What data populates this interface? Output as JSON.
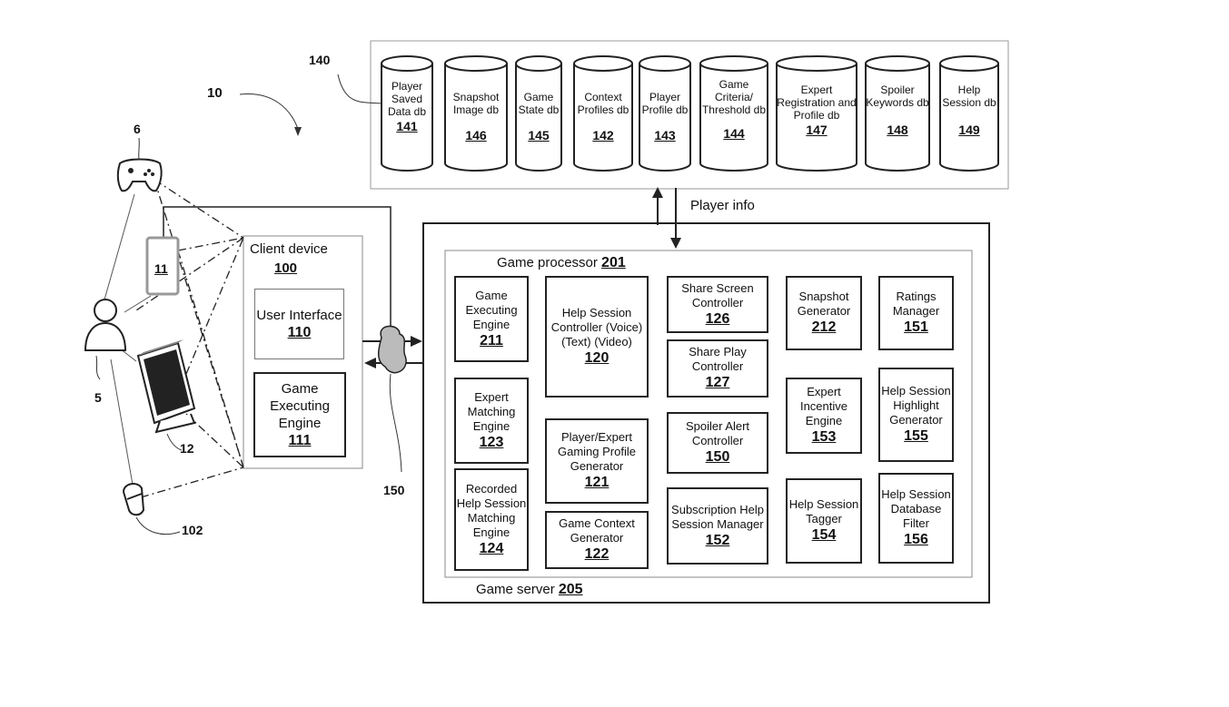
{
  "refs": {
    "system": "10",
    "db_group": "140",
    "controller": "6",
    "tablet": "11",
    "user": "5",
    "display": "12",
    "headset": "102",
    "network": "150"
  },
  "databases": [
    {
      "name": "Player Saved Data db",
      "ref": "141"
    },
    {
      "name": "Snapshot Image db",
      "ref": "146"
    },
    {
      "name": "Game State db",
      "ref": "145"
    },
    {
      "name": "Context Profiles db",
      "ref": "142"
    },
    {
      "name": "Player Profile db",
      "ref": "143"
    },
    {
      "name": "Game Criteria/ Threshold db",
      "ref": "144"
    },
    {
      "name": "Expert Registration and Profile db",
      "ref": "147"
    },
    {
      "name": "Spoiler Keywords db",
      "ref": "148"
    },
    {
      "name": "Help Session db",
      "ref": "149"
    }
  ],
  "player_info_label": "Player info",
  "client": {
    "title": "Client device",
    "ref": "100",
    "ui": {
      "name": "User Interface",
      "ref": "110"
    },
    "engine": {
      "name": "Game Executing Engine",
      "ref": "111"
    }
  },
  "server": {
    "title": "Game server",
    "ref": "205",
    "processor_title": "Game processor",
    "processor_ref": "201",
    "modules": {
      "m211": {
        "name": "Game Executing Engine",
        "ref": "211"
      },
      "m123": {
        "name": "Expert Matching Engine",
        "ref": "123"
      },
      "m124": {
        "name": "Recorded Help Session Matching Engine",
        "ref": "124"
      },
      "m120": {
        "name": "Help Session Controller (Voice) (Text) (Video)",
        "ref": "120"
      },
      "m121": {
        "name": "Player/Expert Gaming Profile Generator",
        "ref": "121"
      },
      "m122": {
        "name": "Game Context Generator",
        "ref": "122"
      },
      "m126": {
        "name": "Share Screen Controller",
        "ref": "126"
      },
      "m127": {
        "name": "Share Play Controller",
        "ref": "127"
      },
      "m150": {
        "name": "Spoiler Alert Controller",
        "ref": "150"
      },
      "m152": {
        "name": "Subscription Help Session Manager",
        "ref": "152"
      },
      "m212": {
        "name": "Snapshot Generator",
        "ref": "212"
      },
      "m153": {
        "name": "Expert Incentive Engine",
        "ref": "153"
      },
      "m154": {
        "name": "Help Session Tagger",
        "ref": "154"
      },
      "m151": {
        "name": "Ratings Manager",
        "ref": "151"
      },
      "m155": {
        "name": "Help Session Highlight Generator",
        "ref": "155"
      },
      "m156": {
        "name": "Help Session Database Filter",
        "ref": "156"
      }
    }
  }
}
